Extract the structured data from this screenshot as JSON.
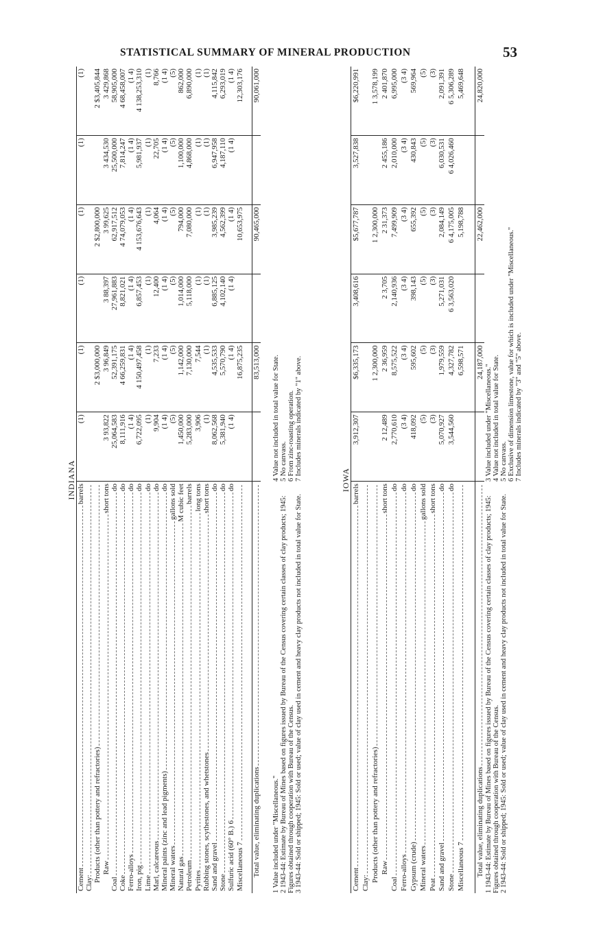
{
  "page": {
    "title": "STATISTICAL SUMMARY OF MINERAL PRODUCTION",
    "number": "53"
  },
  "indiana": {
    "title": "INDIANA",
    "rows": [
      {
        "label": "Cement",
        "unit": "barrels",
        "indent": 0,
        "values": [
          "(1)",
          "(1)",
          "(1)",
          "(1)",
          "(1)",
          "(1)"
        ]
      },
      {
        "label": "Clay:",
        "unit": "",
        "indent": 0,
        "values": [
          "",
          "",
          "",
          "",
          "",
          ""
        ]
      },
      {
        "label": "Products (other than pottery and refractories)",
        "unit": "",
        "indent": 1,
        "values": [
          "",
          "2 $3,000,000",
          "",
          "2 $2,800,000",
          "",
          "2 $3,405,844"
        ]
      },
      {
        "label": "Raw",
        "unit": "short tons",
        "indent": 2,
        "values": [
          "3 93,822",
          "3 96,849",
          "3 88,397",
          "3 99,625",
          "3 434,530",
          "3 429,868"
        ]
      },
      {
        "label": "Coal",
        "unit": "do",
        "indent": 0,
        "values": [
          "25,064,583",
          "52,391,175",
          "27,961,883",
          "62,917,512",
          "25,500,000",
          "58,905,000"
        ]
      },
      {
        "label": "Coke",
        "unit": "do",
        "indent": 0,
        "values": [
          "8,111,916",
          "4 66,259,831",
          "8,821,021",
          "4 74,079,053",
          "7,814,247",
          "4 68,458,007"
        ]
      },
      {
        "label": "Ferro-alloys",
        "unit": "do",
        "indent": 0,
        "values": [
          "(1 4)",
          "(1 4)",
          "(1 4)",
          "(1 4)",
          "(1 4)",
          "(1 4)"
        ]
      },
      {
        "label": "Iron, pig",
        "unit": "do",
        "indent": 0,
        "values": [
          "6,722,095",
          "4 150,497,458",
          "6,857,453",
          "4 153,676,643",
          "5,981,937",
          "4 138,253,310"
        ]
      },
      {
        "label": "Lime",
        "unit": "do",
        "indent": 0,
        "values": [
          "(1)",
          "(1)",
          "(1)",
          "(1)",
          "(1)",
          "(1)"
        ]
      },
      {
        "label": "Marl, calcareous",
        "unit": "do",
        "indent": 0,
        "values": [
          "9,904",
          "7,233",
          "12,400",
          "4,064",
          "22,705",
          "8,766"
        ]
      },
      {
        "label": "Mineral paints (zinc and lead pigments)",
        "unit": "do",
        "indent": 0,
        "values": [
          "(1 4)",
          "(1 4)",
          "(1 4)",
          "(1 4)",
          "(1 4)",
          "(1 4)"
        ]
      },
      {
        "label": "Mineral waters",
        "unit": "gallons sold",
        "indent": 0,
        "values": [
          "(5)",
          "(5)",
          "(5)",
          "(5)",
          "(5)",
          "(5)"
        ]
      },
      {
        "label": "Natural gas",
        "unit": "M cubic feet",
        "indent": 0,
        "values": [
          "1,450,000",
          "1,142,000",
          "1,014,000",
          "794,000",
          "1,100,000",
          "862,000"
        ]
      },
      {
        "label": "Petroleum",
        "unit": "barrels",
        "indent": 0,
        "values": [
          "5,283,000",
          "7,130,000",
          "5,118,000",
          "7,080,000",
          "4,868,000",
          "6,890,000"
        ]
      },
      {
        "label": "Pyrites",
        "unit": "long tons",
        "indent": 0,
        "values": [
          "3,906",
          "7,544",
          "(1)",
          "(1)",
          "(1)",
          "(1)"
        ]
      },
      {
        "label": "Rubbing stones, scythestones, and whetstones",
        "unit": "short tons",
        "indent": 0,
        "values": [
          "(1)",
          "(1)",
          "(1)",
          "(1)",
          "(1)",
          "(1)"
        ]
      },
      {
        "label": "Sand and gravel",
        "unit": "do",
        "indent": 0,
        "values": [
          "8,062,568",
          "4,535,533",
          "6,885,125",
          "3,985,239",
          "6,947,958",
          "4,115,842"
        ]
      },
      {
        "label": "Stone",
        "unit": "do",
        "indent": 0,
        "values": [
          "5,381,940",
          "5,570,790",
          "4,102,140",
          "4,562,399",
          "4,187,110",
          "6,293,019"
        ]
      },
      {
        "label": "Sulfuric acid (60° B.) 6",
        "unit": "do",
        "indent": 0,
        "values": [
          "(1 4)",
          "(1 4)",
          "(1 4)",
          "(1 4)",
          "(1 4)",
          "(1 4)"
        ]
      },
      {
        "label": "Miscellaneous 7",
        "unit": "",
        "indent": 0,
        "values": [
          "",
          "16,875,235",
          "",
          "10,653,975",
          "",
          "12,303,176"
        ]
      }
    ],
    "total": {
      "label": "Total value, eliminating duplications",
      "values": [
        "",
        "83,513,000",
        "",
        "90,465,000",
        "",
        "90,061,000"
      ]
    },
    "footnotes_left": [
      "1 Value included under \"Miscellaneous.\"",
      "2 1943-44: Estimate by Bureau of Mines based on figures issued by Bureau of the Census covering certain classes of clay products; 1945: Figures obtained through cooperation with Bureau of the Census.",
      "3 1943-44: Sold or shipped; 1945: Sold or used; value of clay used in cement and heavy clay products not included in total value for State."
    ],
    "footnotes_right": [
      "4 Value not included in total value for State.",
      "5 No canvass.",
      "6 From zinc-roasting operation.",
      "7 Includes minerals indicated by \"1\" above."
    ]
  },
  "iowa": {
    "title": "IOWA",
    "rows": [
      {
        "label": "Cement",
        "unit": "barrels",
        "indent": 0,
        "values": [
          "3,912,307",
          "$6,335,173",
          "3,408,616",
          "$5,677,787",
          "3,527,838",
          "$6,220,991"
        ]
      },
      {
        "label": "Clay:",
        "unit": "",
        "indent": 0,
        "values": [
          "",
          "",
          "",
          "",
          "",
          ""
        ]
      },
      {
        "label": "Products (other than pottery and refractories)",
        "unit": "",
        "indent": 1,
        "values": [
          "",
          "1 2,300,000",
          "",
          "1 2,300,000",
          "",
          "1 3,578,199"
        ]
      },
      {
        "label": "Raw",
        "unit": "short tons",
        "indent": 2,
        "values": [
          "2 12,489",
          "2 36,959",
          "2 3,705",
          "2 31,373",
          "2 455,186",
          "2 401,870"
        ]
      },
      {
        "label": "Coal",
        "unit": "do",
        "indent": 0,
        "values": [
          "2,770,610",
          "8,575,522",
          "2,140,936",
          "7,499,909",
          "2,010,000",
          "6,995,000"
        ]
      },
      {
        "label": "Ferro-alloys",
        "unit": "do",
        "indent": 0,
        "values": [
          "(3 4)",
          "(3 4)",
          "(3 4)",
          "(3 4)",
          "(3 4)",
          "(3 4)"
        ]
      },
      {
        "label": "Gypsum (crude)",
        "unit": "do",
        "indent": 0,
        "values": [
          "418,092",
          "595,602",
          "398,143",
          "655,392",
          "430,843",
          "569,964"
        ]
      },
      {
        "label": "Mineral waters",
        "unit": "gallons sold",
        "indent": 0,
        "values": [
          "(5)",
          "(5)",
          "(5)",
          "(5)",
          "(5)",
          "(5)"
        ]
      },
      {
        "label": "Peat",
        "unit": "short tons",
        "indent": 0,
        "values": [
          "(3)",
          "(3)",
          "(3)",
          "(3)",
          "(3)",
          "(3)"
        ]
      },
      {
        "label": "Sand and gravel",
        "unit": "do",
        "indent": 0,
        "values": [
          "5,070,927",
          "1,979,559",
          "5,271,031",
          "2,084,149",
          "6,030,531",
          "2,091,391"
        ]
      },
      {
        "label": "Stone",
        "unit": "do",
        "indent": 0,
        "values": [
          "3,544,560",
          "4,327,782",
          "6 3,563,020",
          "6 4,175,005",
          "6 4,026,460",
          "6 5,306,289"
        ]
      },
      {
        "label": "Miscellaneous 7",
        "unit": "",
        "indent": 0,
        "values": [
          "",
          "6,598,571",
          "",
          "5,198,788",
          "",
          "5,469,648"
        ]
      }
    ],
    "total": {
      "label": "Total value, eliminating duplications",
      "values": [
        "",
        "24,187,000",
        "",
        "22,462,000",
        "",
        "24,820,000"
      ]
    },
    "footnotes_left": [
      "1 1943-44: Estimate by Bureau of Mines based on figures issued by Bureau of the Census covering certain classes of clay products; 1945: Figures obtained through cooperation with Bureau of the Census.",
      "2 1943-44: Sold or shipped; 1945: Sold or used; value of clay used in cement and heavy clay products not included in total value for State."
    ],
    "footnotes_right": [
      "3 Value included under \"Miscellaneous.\"",
      "4 Value not included in total value for State.",
      "5 No canvass.",
      "6 Exclusive of dimension limestone, value for which is included under \"Miscellaneous.\"",
      "7 Includes minerals indicated by \"3\" and \"5\" above."
    ]
  }
}
